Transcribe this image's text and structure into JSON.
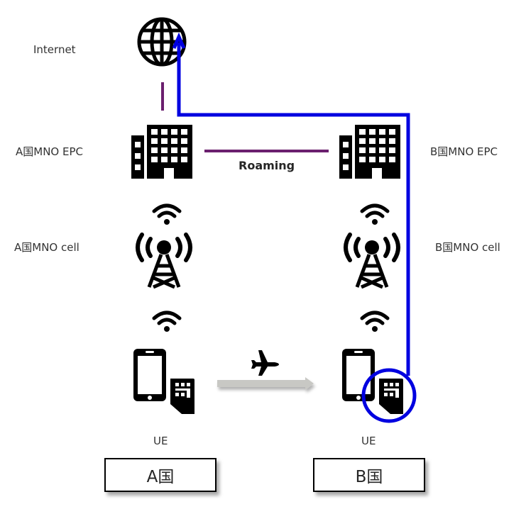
{
  "labels": {
    "internet": "Internet",
    "a_epc": "A国MNO EPC",
    "b_epc": "B国MNO EPC",
    "a_cell": "A国MNO cell",
    "b_cell": "B国MNO cell",
    "roaming": "Roaming",
    "ue_a": "UE",
    "ue_b": "UE"
  },
  "countries": {
    "a": "A国",
    "b": "B国"
  },
  "colors": {
    "roaming_line": "#6b1f6e",
    "data_path": "#0000e0",
    "travel_arrow": "#c8c8c4",
    "icon": "#000000"
  },
  "icons": [
    "globe-icon",
    "building-icon",
    "wifi-icon",
    "cell-tower-icon",
    "tablet-icon",
    "sim-card-icon",
    "airplane-icon"
  ]
}
